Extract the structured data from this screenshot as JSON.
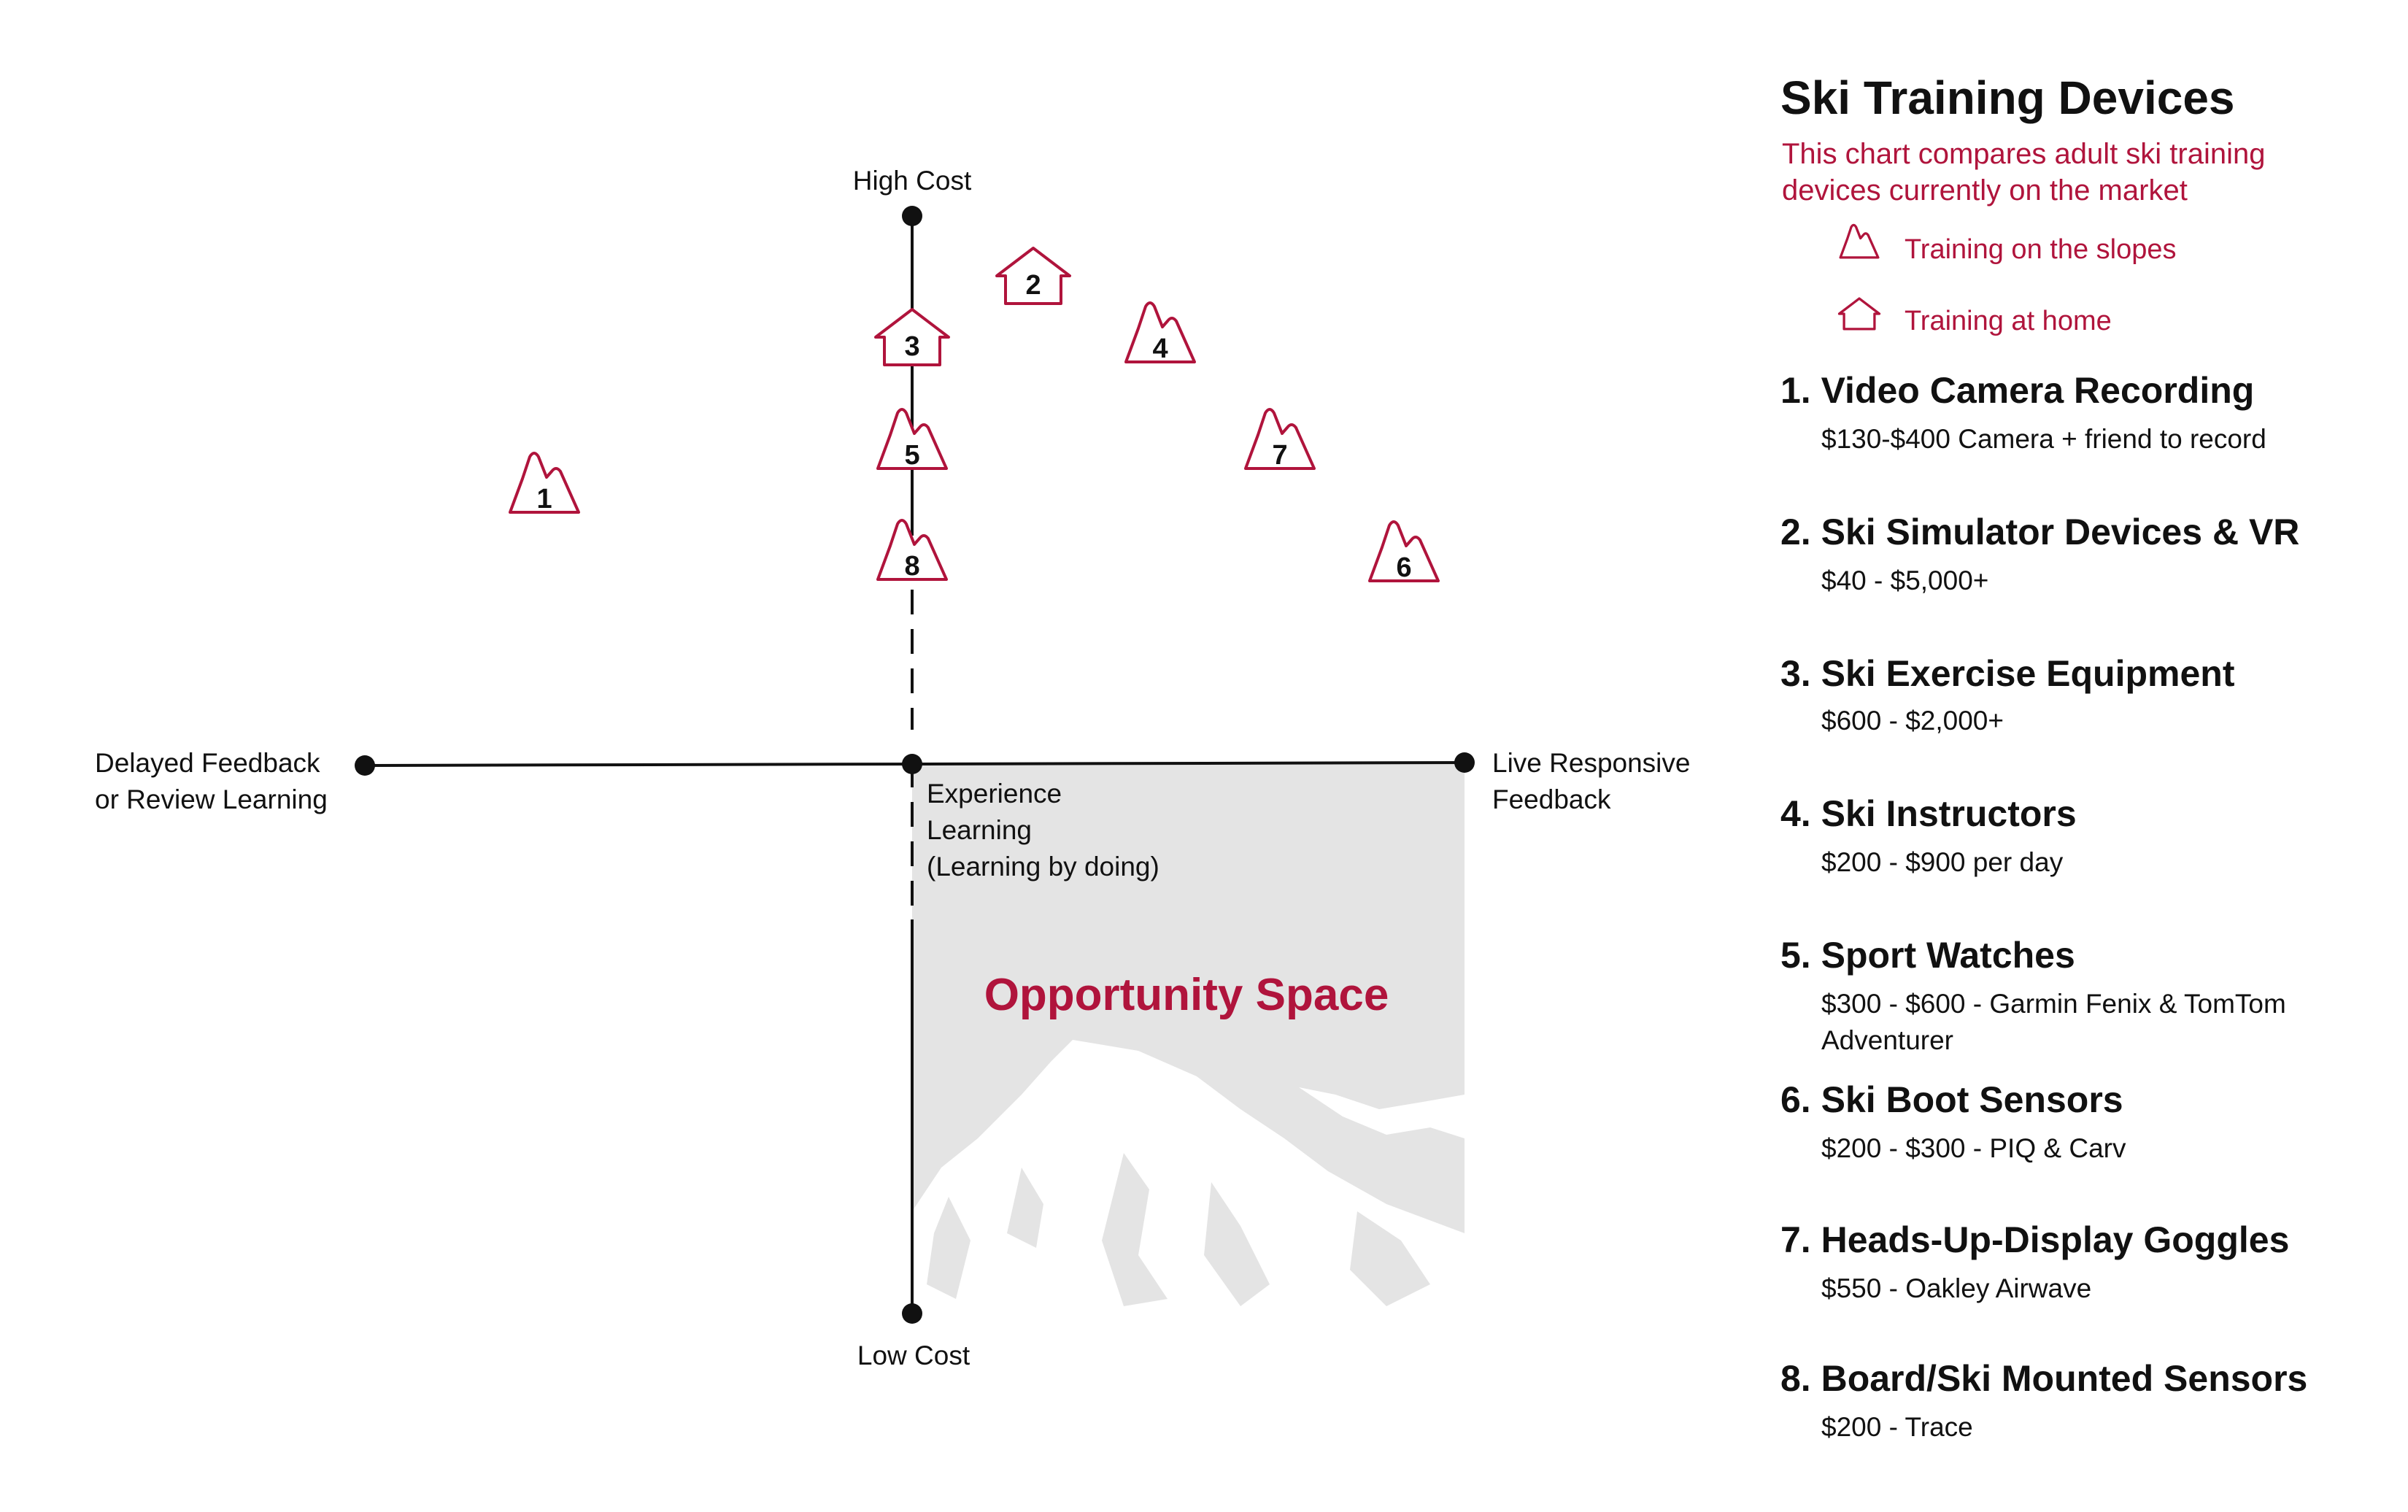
{
  "axes": {
    "top": "High Cost",
    "bottom": "Low Cost",
    "left": [
      "Delayed Feedback",
      "or Review Learning"
    ],
    "right": [
      "Live Responsive",
      "Feedback"
    ],
    "center": [
      "Experience",
      "Learning",
      "(Learning by doing)"
    ]
  },
  "opportunity_label": "Opportunity Space",
  "markers": [
    {
      "num": "1",
      "type": "slopes"
    },
    {
      "num": "2",
      "type": "home"
    },
    {
      "num": "3",
      "type": "home"
    },
    {
      "num": "4",
      "type": "slopes"
    },
    {
      "num": "5",
      "type": "slopes"
    },
    {
      "num": "6",
      "type": "slopes"
    },
    {
      "num": "7",
      "type": "slopes"
    },
    {
      "num": "8",
      "type": "slopes"
    }
  ],
  "legend": {
    "title": "Ski Training Devices",
    "subtitle": [
      "This chart compares adult ski training",
      "devices currently on the market"
    ],
    "keys": [
      {
        "icon": "mountain-icon",
        "label": "Training on the slopes"
      },
      {
        "icon": "house-icon",
        "label": "Training at home"
      }
    ]
  },
  "items": [
    {
      "name": "1. Video Camera Recording",
      "detail": [
        "$130-$400 Camera + friend to record"
      ]
    },
    {
      "name": "2. Ski Simulator Devices & VR",
      "detail": [
        "$40 - $5,000+"
      ]
    },
    {
      "name": "3. Ski Exercise Equipment",
      "detail": [
        "$600 - $2,000+"
      ]
    },
    {
      "name": "4. Ski Instructors",
      "detail": [
        "$200 - $900 per day"
      ]
    },
    {
      "name": "5. Sport Watches",
      "detail": [
        "$300 - $600 - Garmin Fenix & TomTom",
        "Adventurer"
      ]
    },
    {
      "name": "6. Ski Boot Sensors",
      "detail": [
        "$200 - $300 - PIQ & Carv"
      ]
    },
    {
      "name": "7. Heads-Up-Display Goggles",
      "detail": [
        "$550 - Oakley Airwave"
      ]
    },
    {
      "name": "8. Board/Ski Mounted Sensors",
      "detail": [
        "$200 - Trace"
      ]
    }
  ],
  "colors": {
    "accent": "#b0143c",
    "ink": "#111111",
    "opportunity_fill": "#e4e4e4",
    "mountain_fill": "#ffffff"
  }
}
